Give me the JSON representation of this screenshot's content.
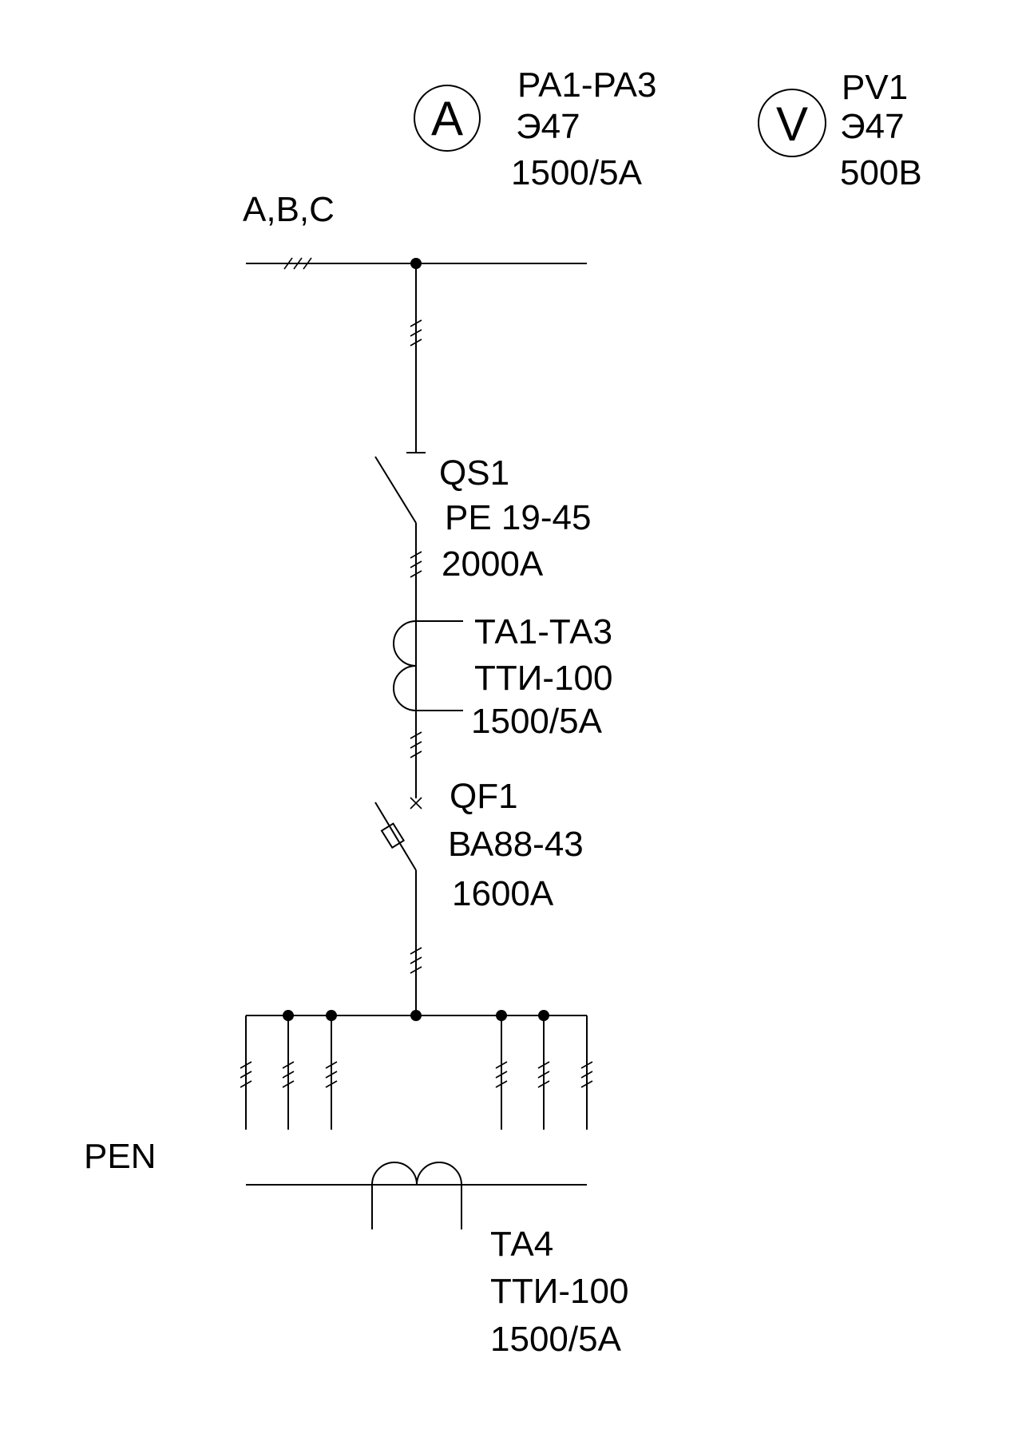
{
  "ammeter": {
    "symbol": "A",
    "lines": [
      "PA1-PA3",
      "Э47",
      "1500/5А"
    ]
  },
  "voltmeter": {
    "symbol": "V",
    "lines": [
      "PV1",
      "Э47",
      "500В"
    ]
  },
  "bus": {
    "label": "А,В,С"
  },
  "switch_qs1": {
    "lines": [
      "QS1",
      "РЕ 19-45",
      "2000А"
    ]
  },
  "ct_ta1": {
    "lines": [
      "ТА1-ТА3",
      "ТТИ-100",
      "1500/5А"
    ]
  },
  "breaker_qf1": {
    "lines": [
      "QF1",
      "ВА88-43",
      "1600А"
    ]
  },
  "pen": {
    "label": "PEN"
  },
  "ct_ta4": {
    "lines": [
      "ТА4",
      "ТТИ-100",
      "1500/5А"
    ]
  }
}
